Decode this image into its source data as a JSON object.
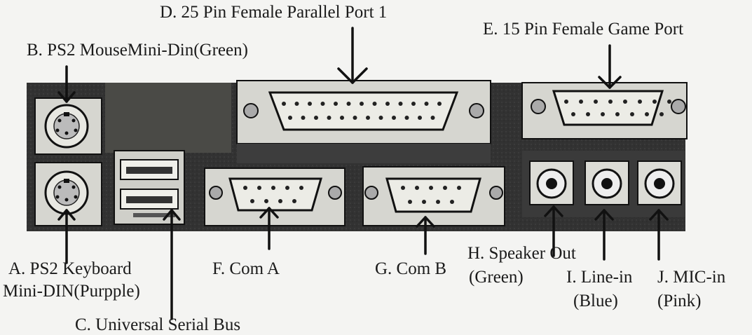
{
  "labels": {
    "d_parallel": "D. 25 Pin Female Parallel Port 1",
    "e_game": "E. 15 Pin Female Game Port",
    "b_mouse": "B. PS2 MouseMini-Din(Green)",
    "a_keyboard_line1": "A.  PS2  Keyboard",
    "a_keyboard_line2": "Mini-DIN(Purpple)",
    "c_usb": "C. Universal Serial Bus",
    "f_com_a": "F. Com A",
    "g_com_b": "G. Com B",
    "h_speaker_line1": "H.  Speaker  Out",
    "h_speaker_line2": "(Green)",
    "i_linein_line1": "I. Line-in",
    "i_linein_line2": "(Blue)",
    "j_mic_line1": "J.  MIC-in",
    "j_mic_line2": "(Pink)"
  },
  "colors": {
    "panel": "#2b2b2b",
    "port_metal": "#d8d8d2",
    "port_dark": "#1c1c1c",
    "arrow": "#111111",
    "background": "#f4f4f2"
  }
}
